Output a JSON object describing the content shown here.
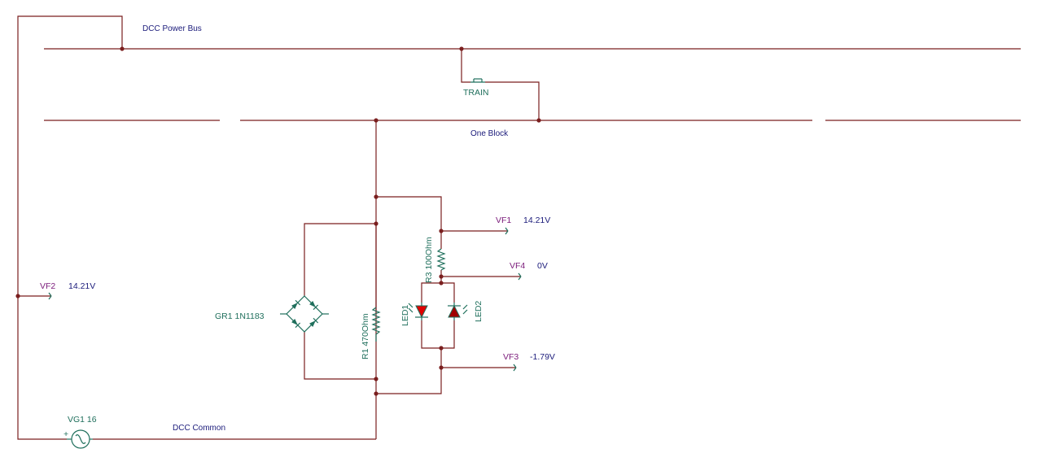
{
  "colors": {
    "wire": "#7a1f1f",
    "component": "#1f6f5c",
    "net_label": "#1a1a7a",
    "meter_label": "#7a1a7a",
    "led_red": "#e00000",
    "led_dark_red": "#a00000"
  },
  "nets": {
    "power_bus": "DCC Power Bus",
    "one_block": "One Block",
    "common": "DCC Common"
  },
  "components": {
    "switch": "TRAIN",
    "bridge": "GR1 1N1183",
    "r1": "R1 470Ohm",
    "r3": "R3 100Ohm",
    "led1": "LED1",
    "led2": "LED2",
    "source": "VG1 16",
    "source_plus": "+"
  },
  "meters": {
    "vf1": {
      "name": "VF1",
      "value": "14.21V"
    },
    "vf2": {
      "name": "VF2",
      "value": "14.21V"
    },
    "vf3": {
      "name": "VF3",
      "value": "-1.79V"
    },
    "vf4": {
      "name": "VF4",
      "value": "0V"
    }
  }
}
